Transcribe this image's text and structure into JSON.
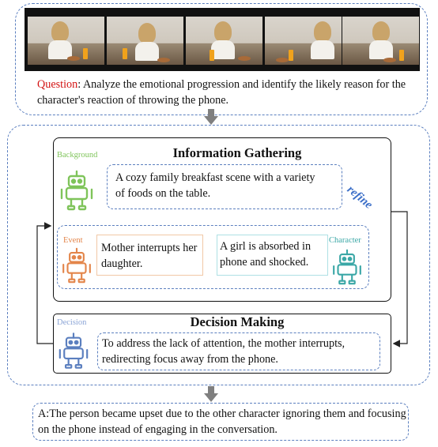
{
  "question": {
    "label": "Question",
    "text": ": Analyze the emotional progression and identify the likely reason for the character's reaction of throwing the phone."
  },
  "information_gathering": {
    "title": "Information Gathering",
    "background": {
      "label": "Background",
      "text": "A cozy family breakfast scene with a variety of foods on the table."
    },
    "event": {
      "label": "Event",
      "text": "Mother interrupts her daughter."
    },
    "character": {
      "label": "Character",
      "text": "A girl is absorbed in phone and shocked."
    },
    "refine_label": "refine"
  },
  "decision_making": {
    "title": "Decision Making",
    "label": "Decision",
    "text": "To address the lack of attention, the mother interrupts, redirecting focus away from the phone."
  },
  "answer": {
    "text": "A:The person became upset due to the other character ignoring them and focusing on the phone instead of engaging in the conversation."
  },
  "colors": {
    "dashed_border": "#5b7fbf",
    "question_label": "#d31313",
    "background_robot": "#7fc45a",
    "event_robot": "#e3854a",
    "character_robot": "#3aa7a6",
    "decision_robot": "#5b7fbf",
    "refine": "#3c6fc8",
    "arrow_gray": "#7f7f7f"
  },
  "icons": [
    "robot-icon",
    "down-arrow-icon",
    "refine-arrow-icon",
    "loop-arrow-icon"
  ]
}
